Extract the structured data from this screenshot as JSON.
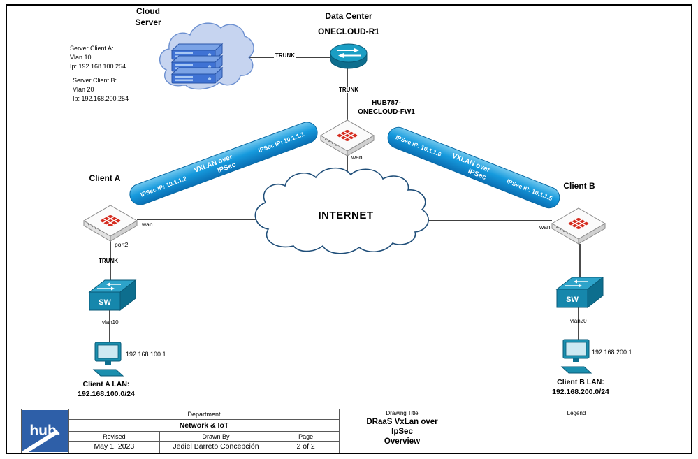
{
  "diagram": {
    "cloud_server_label_1": "Cloud",
    "cloud_server_label_2": "Server",
    "data_center_label": "Data Center",
    "router_name": "ONECLOUD-R1",
    "trunk_label_top": "TRUNK",
    "trunk_label_mid": "TRUNK",
    "fw_name_line1": "HUB787-",
    "fw_name_line2": "ONECLOUD-FW1",
    "fw_wan": "wan",
    "internet_label": "INTERNET",
    "note_a_line1": "Server Client A:",
    "note_a_line2": "Vlan 10",
    "note_a_line3": "Ip: 192.168.100.254",
    "note_b_line1": "Server Client B:",
    "note_b_line2": "Vlan 20",
    "note_b_line3": "Ip: 192.168.200.254",
    "client_a_label": "Client A",
    "client_a_wan": "wan",
    "client_a_port": "port2",
    "client_a_trunk": "TRUNK",
    "client_a_vlan": "vlan10",
    "client_a_pc_ip": "192.168.100.1",
    "client_a_lan_line1": "Client A LAN:",
    "client_a_lan_line2": "192.168.100.0/24",
    "client_b_label": "Client B",
    "client_b_wan": "wan",
    "client_b_vlan": "vlan20",
    "client_b_pc_ip": "192.168.200.1",
    "client_b_lan_line1": "Client B LAN:",
    "client_b_lan_line2": "192.168.200.0/24",
    "switch_label": "SW"
  },
  "tunnel_left": {
    "ip_client": "IPSec IP: 10.1.1.2",
    "name_line1": "VXLAN over",
    "name_line2": "IPSec",
    "ip_hub": "IPSec IP: 10.1.1.1"
  },
  "tunnel_right": {
    "ip_hub": "IPSec IP: 10.1.1.6",
    "name_line1": "VXLAN over",
    "name_line2": "IPSec",
    "ip_client": "IPSec IP: 10.1.1.5"
  },
  "titleblock": {
    "logo": "hub.",
    "department_label": "Department",
    "department_value": "Network & IoT",
    "revised_label": "Revised",
    "revised_value": "May 1, 2023",
    "drawnby_label": "Drawn By",
    "drawnby_value": "Jediel Barreto Concepción",
    "page_label": "Page",
    "page_value": "2 of 2",
    "drawing_title_label": "Drawing Title",
    "drawing_title_1": "DRaaS VxLan over",
    "drawing_title_2": "IpSec",
    "drawing_title_3": "Overview",
    "legend_label": "Legend"
  },
  "colors": {
    "tunnel_blue": "#169add",
    "device_teal": "#1687ac",
    "fortinet_red": "#d52b1e",
    "internet_outline": "#1f4e79",
    "server_blue": "#3f72d4",
    "logo_blue": "#2e5fa8"
  }
}
